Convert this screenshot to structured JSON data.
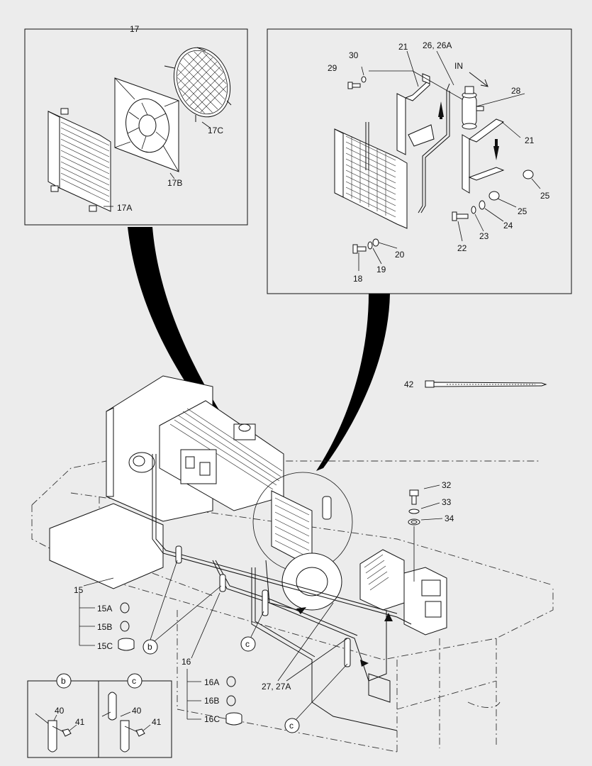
{
  "callouts": {
    "c17": "17",
    "c17A": "17A",
    "c17B": "17B",
    "c17C": "17C",
    "c18": "18",
    "c19": "19",
    "c20": "20",
    "c21a": "21",
    "c21b": "21",
    "c22": "22",
    "c23": "23",
    "c24": "24",
    "c25a": "25",
    "c25b": "25",
    "c26": "26, 26A",
    "cIN": "IN",
    "c28": "28",
    "c29": "29",
    "c30": "30",
    "c42": "42",
    "c32": "32",
    "c33": "33",
    "c34": "34",
    "c15": "15",
    "c15A": "15A",
    "c15B": "15B",
    "c15C": "15C",
    "c16": "16",
    "c16A": "16A",
    "c16B": "16B",
    "c16C": "16C",
    "c27": "27, 27A",
    "c40a": "40",
    "c41a": "41",
    "c40b": "40",
    "c41b": "41",
    "circ_b1": "b",
    "circ_b2": "b",
    "circ_c1": "c",
    "circ_c2": "c",
    "circ_c3": "c"
  },
  "colors": {
    "line": "#111111",
    "background": "#ececec",
    "fill": "#ffffff"
  }
}
